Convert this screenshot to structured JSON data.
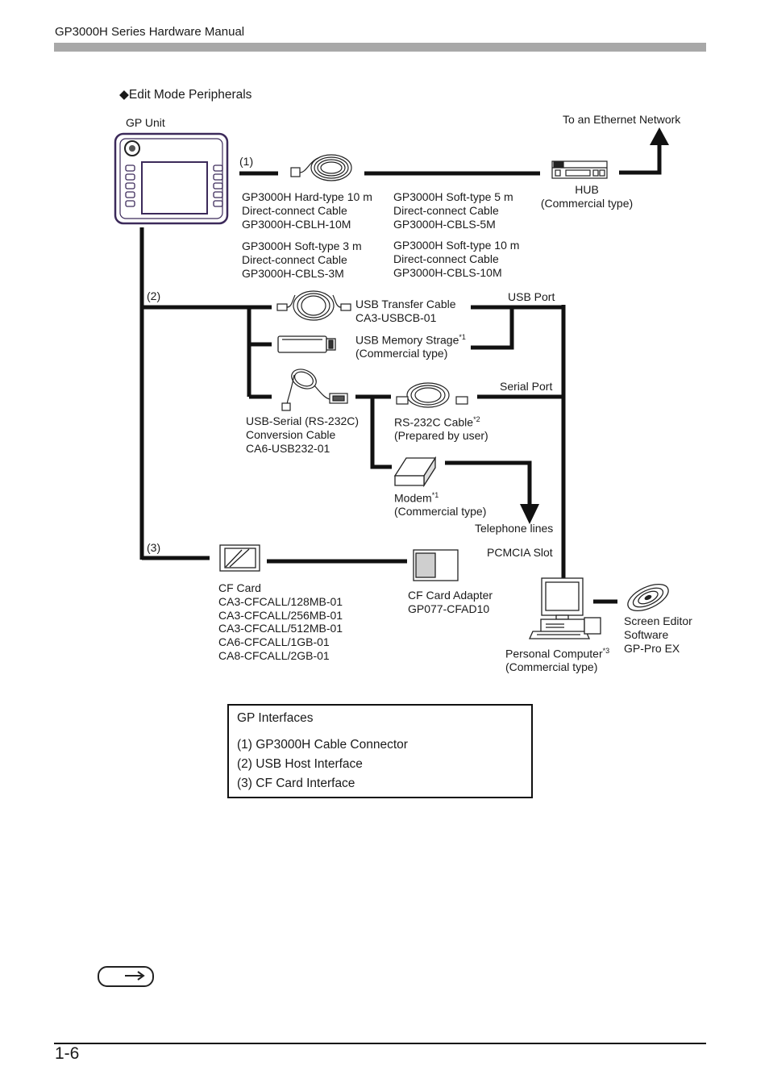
{
  "header": {
    "title": "GP3000H Series Hardware Manual"
  },
  "section": {
    "title": "◆Edit Mode Peripherals"
  },
  "diagram": {
    "gp_unit": "GP Unit",
    "to_ethernet": "To an Ethernet Network",
    "marker_1": "(1)",
    "marker_2": "(2)",
    "marker_3": "(3)",
    "cable_hard_10m": [
      "GP3000H Hard-type 10 m",
      "Direct-connect Cable",
      "GP3000H-CBLH-10M"
    ],
    "cable_soft_3m": [
      "GP3000H Soft-type 3 m",
      "Direct-connect Cable",
      "GP3000H-CBLS-3M"
    ],
    "cable_soft_5m": [
      "GP3000H Soft-type 5 m",
      "Direct-connect Cable",
      "GP3000H-CBLS-5M"
    ],
    "cable_soft_10m": [
      "GP3000H Soft-type 10 m",
      "Direct-connect Cable",
      "GP3000H-CBLS-10M"
    ],
    "hub": [
      "HUB",
      "(Commercial type)"
    ],
    "usb_transfer": [
      "USB Transfer Cable",
      "CA3-USBCB-01"
    ],
    "usb_port": "USB Port",
    "usb_memory": {
      "line1": "USB Memory Strage",
      "sup": "*1",
      "line2": "(Commercial type)"
    },
    "serial_port": "Serial Port",
    "usb_serial": [
      "USB-Serial (RS-232C)",
      "Conversion Cable",
      "CA6-USB232-01"
    ],
    "rs232c": {
      "line1": "RS-232C Cable",
      "sup": "*2",
      "line2": "(Prepared by user)"
    },
    "modem": {
      "line1": "Modem",
      "sup": "*1",
      "line2": "(Commercial type)"
    },
    "telephone": "Telephone lines",
    "pcmcia": "PCMCIA Slot",
    "cf_card": [
      "CF Card",
      "CA3-CFCALL/128MB-01",
      "CA3-CFCALL/256MB-01",
      "CA3-CFCALL/512MB-01",
      "CA6-CFCALL/1GB-01",
      "CA8-CFCALL/2GB-01"
    ],
    "cf_adapter": [
      "CF Card Adapter",
      "GP077-CFAD10"
    ],
    "pc": {
      "line1": "Personal Computer",
      "sup": "*3",
      "line2": "(Commercial type)"
    },
    "software": [
      "Screen Editor",
      "Software",
      "GP-Pro EX"
    ]
  },
  "interfaces": {
    "title": "GP Interfaces",
    "items": [
      "(1) GP3000H Cable Connector",
      "(2) USB Host Interface",
      "(3) CF Card Interface"
    ]
  },
  "footer": {
    "page_number": "1-6"
  }
}
